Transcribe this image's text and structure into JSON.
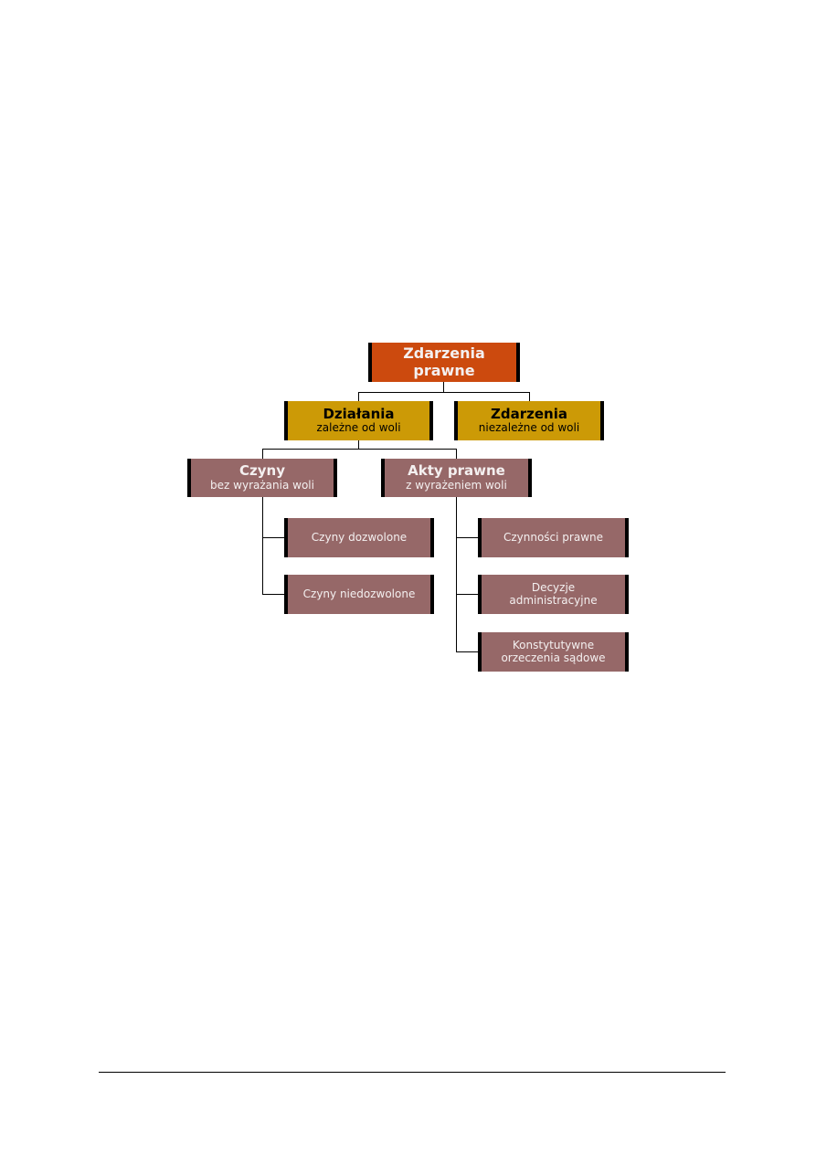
{
  "diagram": {
    "root": {
      "line1": "Zdarzenia",
      "line2": "prawne",
      "color": "#cc4a0e"
    },
    "actions": {
      "title": "Działania",
      "subtitle": "zależne od woli",
      "color": "#cc9a06"
    },
    "events": {
      "title": "Zdarzenia",
      "subtitle": "niezależne od woli",
      "color": "#cc9a06"
    },
    "acts": {
      "title": "Czyny",
      "subtitle": "bez wyrażania woli",
      "color": "#966868"
    },
    "legal_acts": {
      "title": "Akty prawne",
      "subtitle": "z wyrażeniem woli",
      "color": "#966868"
    },
    "acts_children": [
      {
        "text": "Czyny dozwolone"
      },
      {
        "text": "Czyny niedozwolone"
      }
    ],
    "legal_acts_children": [
      {
        "line1": "Czynności prawne",
        "line2": ""
      },
      {
        "line1": "Decyzje",
        "line2": "administracyjne"
      },
      {
        "line1": "Konstytutywne",
        "line2": "orzeczenia sądowe"
      }
    ]
  }
}
